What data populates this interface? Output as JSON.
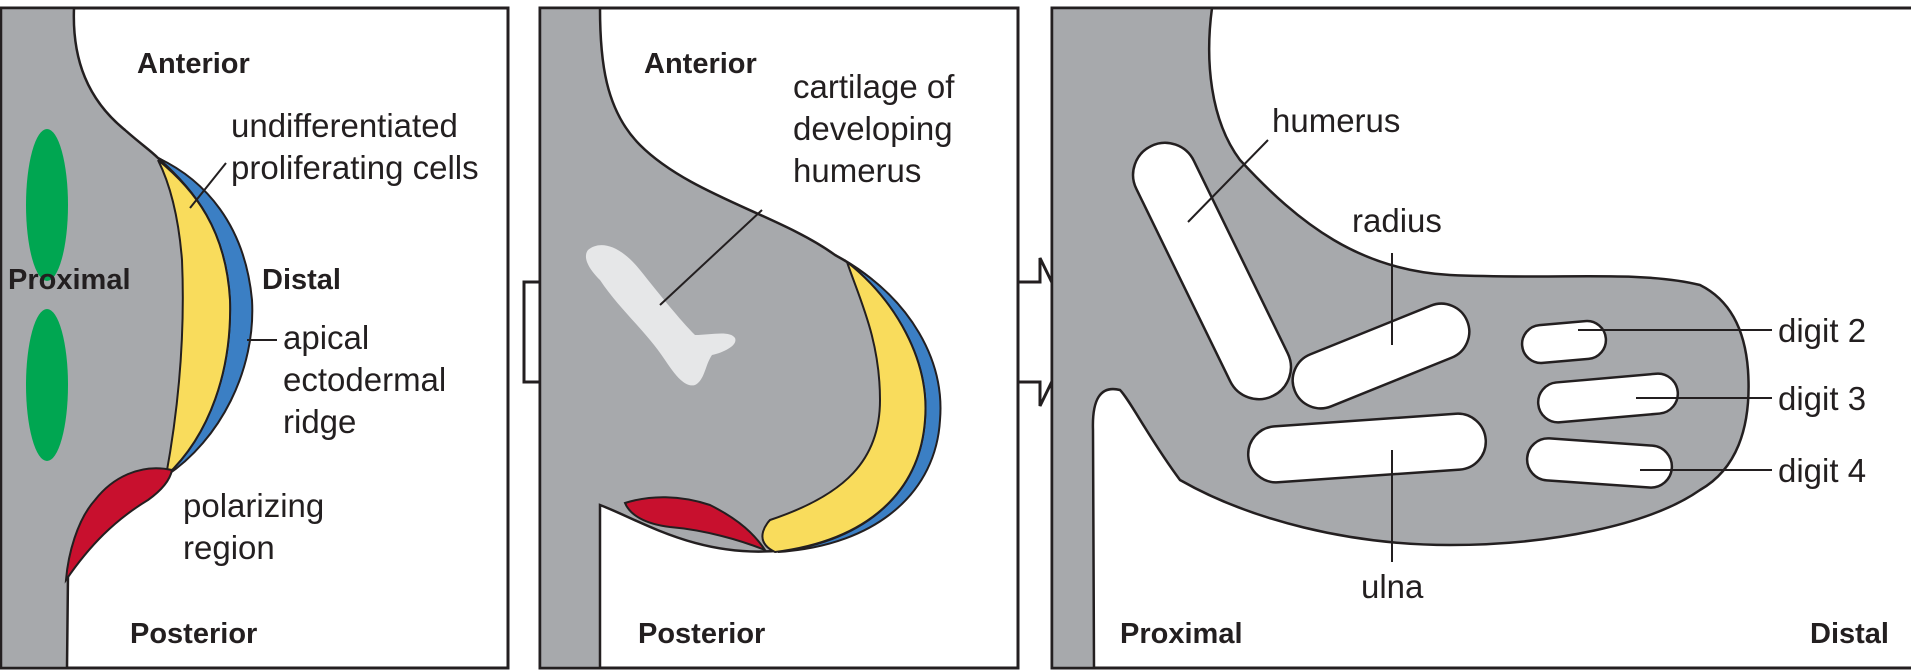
{
  "panels": [
    {
      "id": "early-limb-bud",
      "labels": {
        "anterior": "Anterior",
        "posterior": "Posterior",
        "proximal": "Proximal",
        "distal": "Distal",
        "undifferentiated": [
          "undifferentiated",
          "proliferating cells"
        ],
        "aer": [
          "apical",
          "ectodermal",
          "ridge"
        ],
        "polarizing": [
          "polarizing",
          "region"
        ]
      }
    },
    {
      "id": "cartilage-stage",
      "labels": {
        "anterior": "Anterior",
        "posterior": "Posterior",
        "cartilage": [
          "cartilage of",
          "developing",
          "humerus"
        ]
      }
    },
    {
      "id": "skeletal-elements",
      "labels": {
        "humerus": "humerus",
        "radius": "radius",
        "ulna": "ulna",
        "digit2": "digit 2",
        "digit3": "digit 3",
        "digit4": "digit 4",
        "proximal": "Proximal",
        "distal": "Distal"
      }
    }
  ],
  "colors": {
    "tissue": "#a7a9ac",
    "progress_zone": "#f9dc5c",
    "aer": "#3b7fc4",
    "zpa": "#c8102e",
    "proximal_markers": "#00a651",
    "cartilage": "#e6e7e8",
    "outline": "#231f20"
  }
}
